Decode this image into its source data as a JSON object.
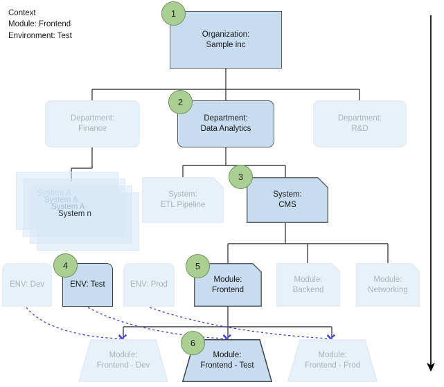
{
  "context": {
    "name": "context-caption",
    "lines": "Context\nModule: Frontend\nEnvironment: Test"
  },
  "colors": {
    "active_fill": "#c8dcf0",
    "active_border": "#5a5f66",
    "dim_fill": "#e8f0f9",
    "dim_border": "#e0e9f4",
    "badge_fill": "#aacf93",
    "badge_border": "#6f8f5c",
    "connector": "#3c4148",
    "dashed_link": "#4040d8",
    "active_text": "#17181a",
    "dim_text": "#a9b4bf"
  },
  "levels": {
    "organization": {
      "label": "Organization:\nSample inc",
      "state": "active",
      "badge": "1"
    },
    "departments": [
      {
        "label": "Department:\nFinance",
        "state": "dim",
        "badge": null
      },
      {
        "label": "Department:\nData Analytics",
        "state": "active",
        "badge": "2"
      },
      {
        "label": "Department:\nR&D",
        "state": "dim",
        "badge": null
      }
    ],
    "systems_stack": [
      {
        "label": "System A"
      },
      {
        "label": "System A"
      },
      {
        "label": "System A"
      },
      {
        "label": "System n"
      }
    ],
    "systems": [
      {
        "label": "System:\nETL Pipeline",
        "state": "dim",
        "badge": null
      },
      {
        "label": "System:\nCMS",
        "state": "active",
        "badge": "3"
      }
    ],
    "environments": [
      {
        "label": "ENV: Dev",
        "state": "dim",
        "badge": null
      },
      {
        "label": "ENV: Test",
        "state": "active",
        "badge": "4"
      },
      {
        "label": "ENV: Prod",
        "state": "dim",
        "badge": null
      }
    ],
    "modules": [
      {
        "label": "Module:\nFrontend",
        "state": "active",
        "badge": "5"
      },
      {
        "label": "Module:\nBackend",
        "state": "dim",
        "badge": null
      },
      {
        "label": "Module:\nNetworking",
        "state": "dim",
        "badge": null
      }
    ],
    "module_instances": [
      {
        "label": "Module:\nFrontend - Dev",
        "state": "dim",
        "badge": null
      },
      {
        "label": "Module:\nFrontend - Test",
        "state": "active",
        "badge": "6"
      },
      {
        "label": "Module:\nFrontend - Prod",
        "state": "dim",
        "badge": null
      }
    ]
  },
  "flow_arrow": {
    "name": "downward-flow-arrow",
    "direction": "down"
  }
}
